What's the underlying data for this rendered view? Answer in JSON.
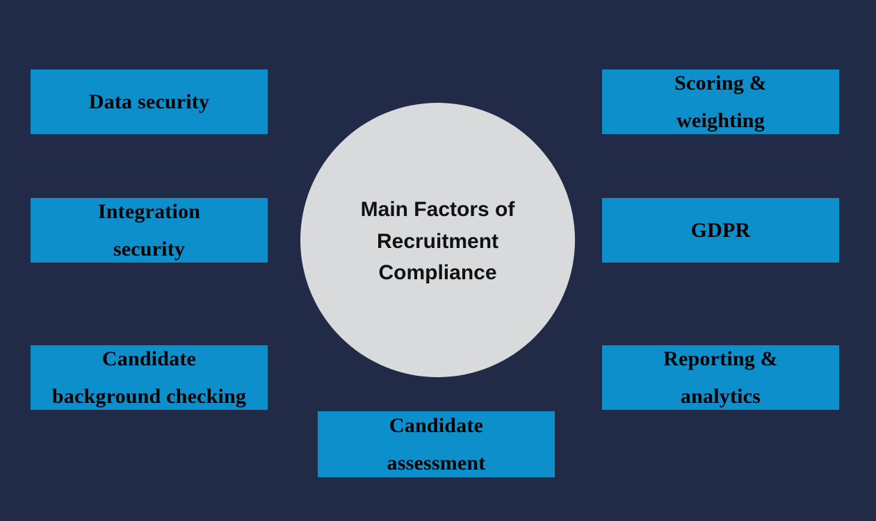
{
  "diagram": {
    "background_color": "#212b48",
    "box_color": "#0d8fcb",
    "circle_color": "#d9dadb",
    "text_color": "#000000",
    "center": {
      "label": "Main Factors of\nRecruitment\nCompliance"
    },
    "factors": {
      "left": [
        {
          "label": "Data security"
        },
        {
          "label": "Integration\nsecurity"
        },
        {
          "label": "Candidate\nbackground checking"
        }
      ],
      "right": [
        {
          "label": "Scoring &\nweighting"
        },
        {
          "label": "GDPR"
        },
        {
          "label": "Reporting &\nanalytics"
        }
      ],
      "bottom": [
        {
          "label": "Candidate\nassessment"
        }
      ]
    }
  }
}
